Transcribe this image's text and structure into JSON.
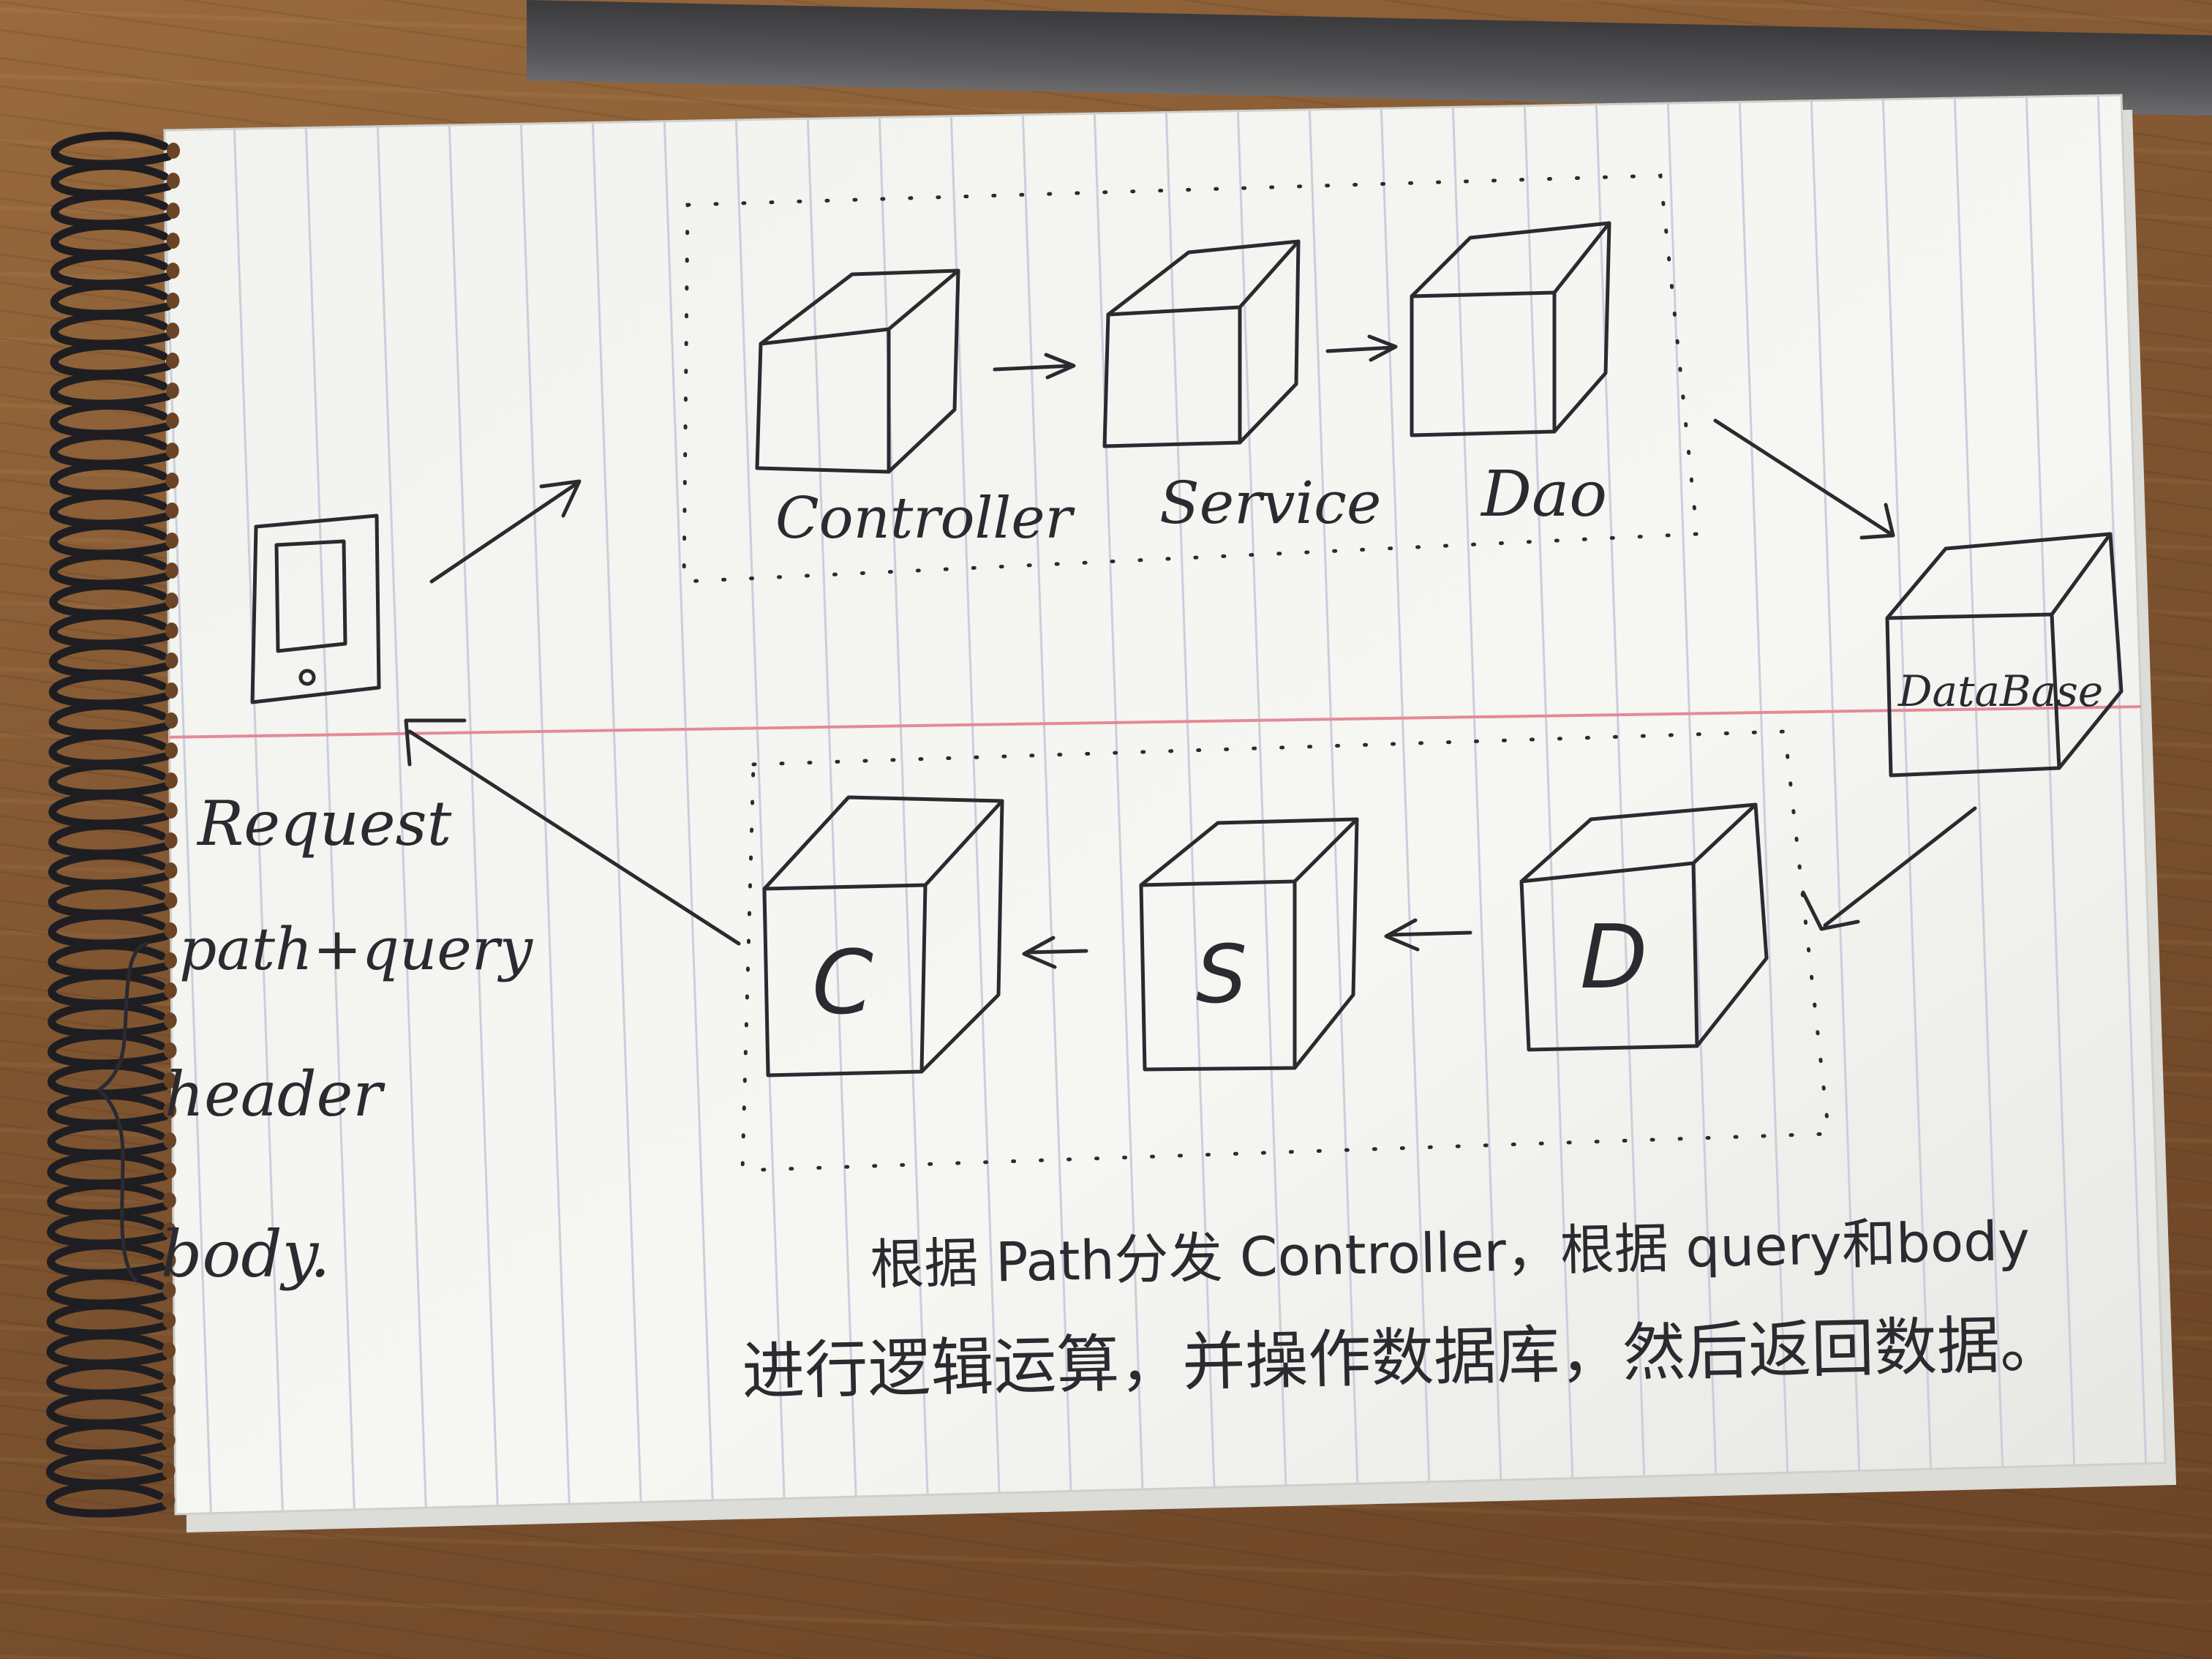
{
  "diagram": {
    "top_row": [
      {
        "id": "controller",
        "label": "Controller"
      },
      {
        "id": "service",
        "label": "Service"
      },
      {
        "id": "dao",
        "label": "Dao"
      }
    ],
    "database": {
      "label": "DataBase"
    },
    "bottom_row": [
      {
        "id": "c",
        "label": "C"
      },
      {
        "id": "s",
        "label": "S"
      },
      {
        "id": "d",
        "label": "D"
      }
    ],
    "request_notes": [
      "Request",
      "path+query",
      "header",
      "body."
    ],
    "caption": {
      "line1": "根据 Path分发 Controller，根据 query和body",
      "line2": "进行逻辑运算，并操作数据库，然后返回数据。"
    }
  },
  "colors": {
    "ink": "#2a2a30",
    "paper": "#f4f4f1",
    "rule_line": "#c9cfdb",
    "margin_line": "#e38a97",
    "desk": "#8a5d34"
  }
}
